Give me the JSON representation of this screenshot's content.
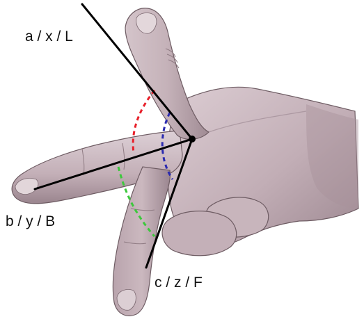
{
  "diagram": {
    "labels": {
      "axis_a": "a / x / L",
      "axis_b": "b / y / B",
      "axis_c": "c / z / F"
    },
    "colors": {
      "skin_light": "#d6c6cc",
      "skin_mid": "#b8a3ab",
      "skin_dark": "#8d7a82",
      "skin_outline": "#5a4950",
      "axis_line": "#000000",
      "arc_ab": "#e8202a",
      "arc_ac": "#2a2ab0",
      "arc_bc": "#3cc83c"
    }
  }
}
